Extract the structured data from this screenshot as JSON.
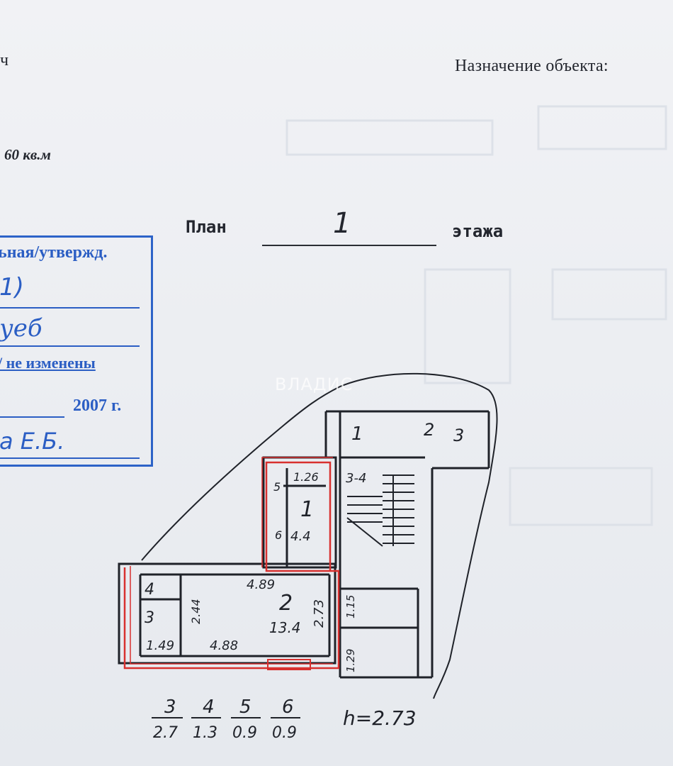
{
  "header": {
    "corner_char": "ч",
    "purpose_label": "Назначение объекта:",
    "area": "60 кв.м"
  },
  "plan_title": {
    "prefix": "План",
    "floor": "1",
    "suffix": "этажа"
  },
  "stamp": {
    "line1": "ьная/утвержд.",
    "line2": "1)",
    "line3": "уеб",
    "line4": "/ не изменены",
    "line5": "2007 г.",
    "line6": "а Е.Б."
  },
  "watermark": "ВЛАДИС",
  "rooms": [
    {
      "number": "1",
      "area": "4.4"
    },
    {
      "number": "2",
      "area": "13.4"
    },
    {
      "number": "3",
      "area": "2.7"
    },
    {
      "number": "4",
      "area": "1.3"
    },
    {
      "number": "5",
      "area": "0.9"
    },
    {
      "number": "6",
      "area": "0.9"
    }
  ],
  "dimensions": [
    "1.26",
    "4.89",
    "2.73",
    "2.44",
    "1.49",
    "4.88",
    "1.15",
    "1.29"
  ],
  "other_labels": [
    "1",
    "2",
    "3",
    "3-4"
  ],
  "height": "h=2.73",
  "colors": {
    "stamp_blue": "#2b5ec4",
    "highlight_red": "#d8302f",
    "ink": "#1f2229"
  }
}
